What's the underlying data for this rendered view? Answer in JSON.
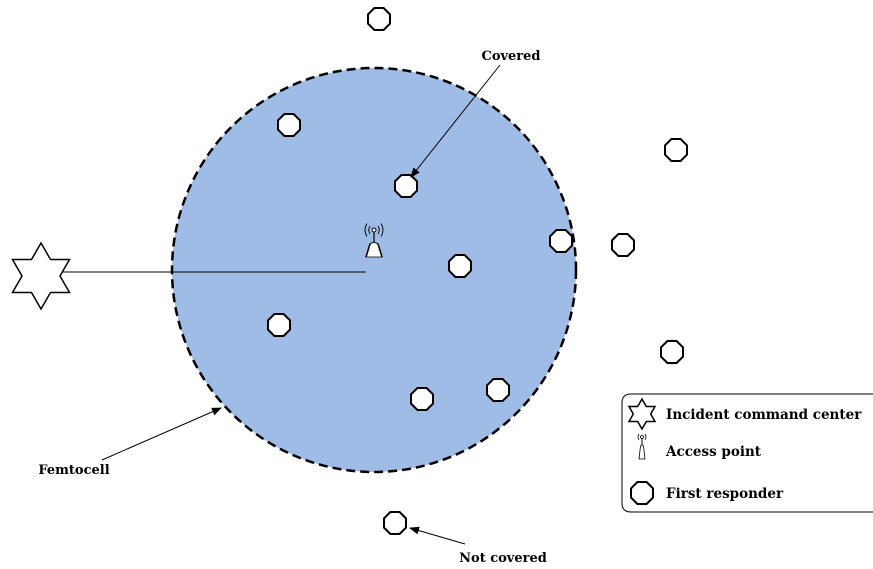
{
  "labels": {
    "covered": "Covered",
    "femtocell": "Femtocell",
    "not_covered": "Not covered"
  },
  "legend": {
    "items": [
      {
        "icon": "star-icon",
        "label": "Incident command center"
      },
      {
        "icon": "access-point-icon",
        "label": "Access point"
      },
      {
        "icon": "octagon-icon",
        "label": "First responder"
      }
    ]
  },
  "colors": {
    "femtocell_fill": "#9fbce6",
    "stroke": "#000000",
    "background": "#ffffff"
  }
}
